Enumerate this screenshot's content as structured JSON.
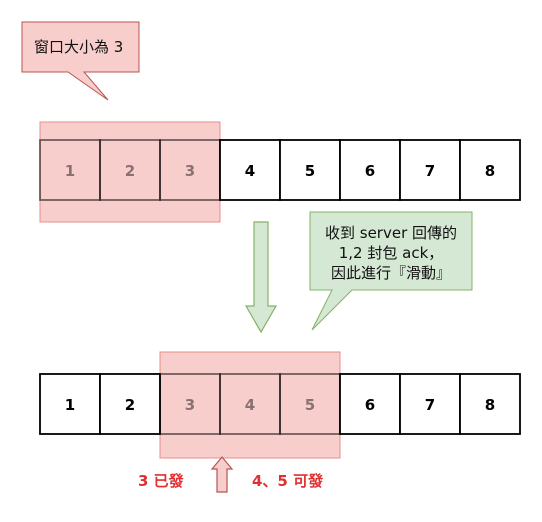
{
  "callout_top": {
    "text": "窗口大小為 3"
  },
  "callout_right": {
    "lines": [
      "收到 server 回傳的",
      "1,2 封包 ack，",
      "因此進行『滑動』"
    ]
  },
  "row_top": {
    "cells": [
      "1",
      "2",
      "3",
      "4",
      "5",
      "6",
      "7",
      "8"
    ],
    "window": [
      1,
      2,
      3
    ]
  },
  "row_bottom": {
    "cells": [
      "1",
      "2",
      "3",
      "4",
      "5",
      "6",
      "7",
      "8"
    ],
    "window": [
      3,
      4,
      5
    ]
  },
  "status_sent": "3 已發",
  "status_can_send": "4、5 可發",
  "colors": {
    "window_fill": "#f8cecc",
    "window_stroke": "#e88e8a",
    "callout_top_fill": "#f8cecc",
    "callout_top_stroke": "#b85450",
    "callout_right_fill": "#d5e8d4",
    "callout_right_stroke": "#82b366",
    "arrow_down_fill": "#d5e8d4",
    "arrow_down_stroke": "#82b366",
    "arrow_up_fill": "#f8cecc",
    "arrow_up_stroke": "#b85450",
    "status_text": "#e03030"
  }
}
